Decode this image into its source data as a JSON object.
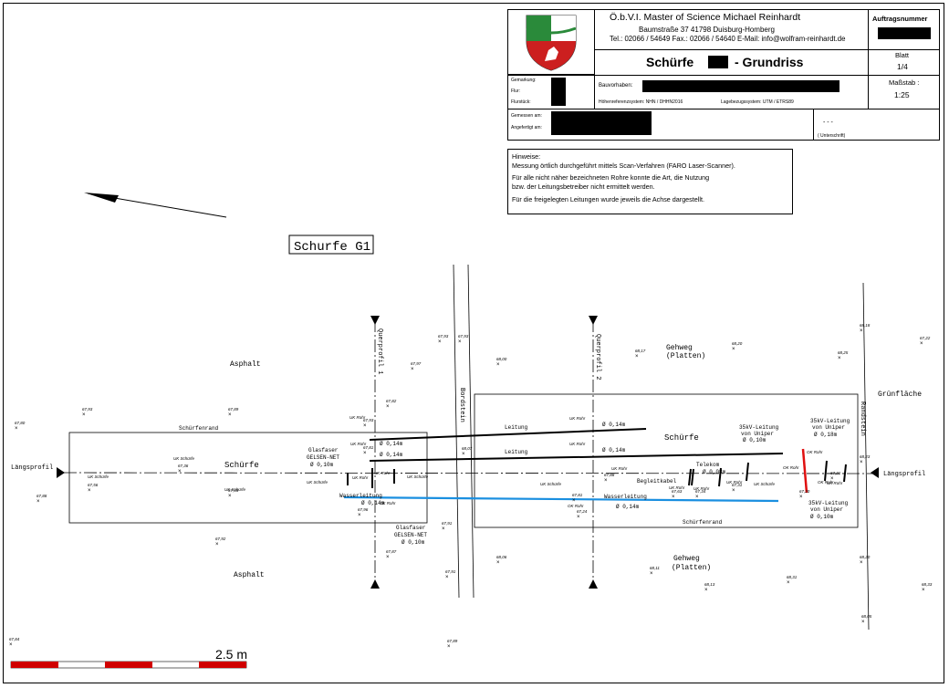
{
  "title_block": {
    "office_name": "Ö.b.V.I. Master of Science Michael Reinhardt",
    "address": "Baumstraße 37     41798 Duisburg-Homberg",
    "contact": "Tel.: 02066 / 54649   Fax.: 02066 / 54640  E-Mail: info@wolfram-reinhardt.de",
    "order_number_label": "Auftragsnummer",
    "drawing_title_a": "Schürfe",
    "drawing_title_b": "- Grundriss",
    "sheet_label": "Blatt",
    "sheet_value": "1/4",
    "scale_label": "Maßstab :",
    "scale_value": "1:25",
    "gemarkung_label": "Gemarkung:",
    "flur_label": "Flur:",
    "flurstueck_label": "Flurstück:",
    "bauvorhaben_label": "Bauvorhaben:",
    "height_system": "Höhenreferenzsystem: NHN / DHHN2016",
    "position_system": "Lagebezugssystem: UTM / ETRS89",
    "gemessen_label": "Gemessen am:",
    "angefertigt_label": "Angefertigt am:",
    "signature_dashes": "- - -",
    "signature_label": "( Unterschrift)"
  },
  "notes": {
    "heading": "Hinweise:",
    "line1": "Messung örtlich durchgeführt mittels Scan-Verfahren (FARO Laser-Scanner).",
    "line2": "Für alle nicht näher bezeichneten Rohre konnte die Art, die Nutzung",
    "line3": "bzw. der Leitungsbetreiber nicht ermittelt werden.",
    "line4": "Für die freigelegten Leitungen wurde jeweils die Achse dargestellt."
  },
  "plan": {
    "trench_label": "Schurfe G1",
    "asphalt": "Asphalt",
    "gehweg": "Gehweg",
    "platten": "(Platten)",
    "gruenflaeche": "Grünfläche",
    "randstein": "Randstein",
    "bordstein": "Bordstein",
    "schuerfenrand": "Schürfenrand",
    "schuerfe": "Schürfe",
    "laengsprofil": "Längsprofil",
    "querprofil_1": "Querprofil 1",
    "querprofil_2": "Querprofil 2",
    "leitung": "Leitung",
    "wasserleitung": "Wasserleitung",
    "telekom": "Telekom",
    "begleitkabel": "Begleitkabel",
    "glasfaser": "Glasfaser",
    "gelsen_net": "GELSEN-NET",
    "kv35_line1": "35kV-Leitung",
    "kv35_line2": "von Uniper",
    "uk_rohr": "UK Rohr",
    "uk_schuerfe": "UK Schürfe",
    "ok_rohr": "OK Rohr",
    "dia_014": "Ø 0,14m",
    "dia_010": "Ø 0,10m",
    "dia_008": "Ø 0,08m",
    "dia_018": "Ø 0,18m",
    "scale_bar": "2.5 m"
  },
  "spot_heights": [
    "67,80",
    "67,93",
    "67,56",
    "67,88",
    "67,36",
    "67,48",
    "67,89",
    "67,92",
    "67,93",
    "67,81",
    "67,82",
    "67,96",
    "67,87",
    "67,91",
    "67,93",
    "67,97",
    "67,93",
    "68,07",
    "68,00",
    "68,17",
    "68,20",
    "68,25",
    "68,18",
    "68,23",
    "67,88",
    "67,81",
    "67,24",
    "67,34",
    "67,63",
    "67,31",
    "67,20",
    "67,21",
    "67,22",
    "68,11",
    "68,13",
    "68,31",
    "68,20",
    "68,33",
    "68,05",
    "67,84",
    "67,89",
    "67,91",
    "68,06"
  ],
  "colors": {
    "water_line": "#1a8fe0",
    "hv_line": "#e01010",
    "scale_red": "#d00000",
    "coat_green": "#2a8a3a",
    "coat_red": "#cc1f1f"
  }
}
